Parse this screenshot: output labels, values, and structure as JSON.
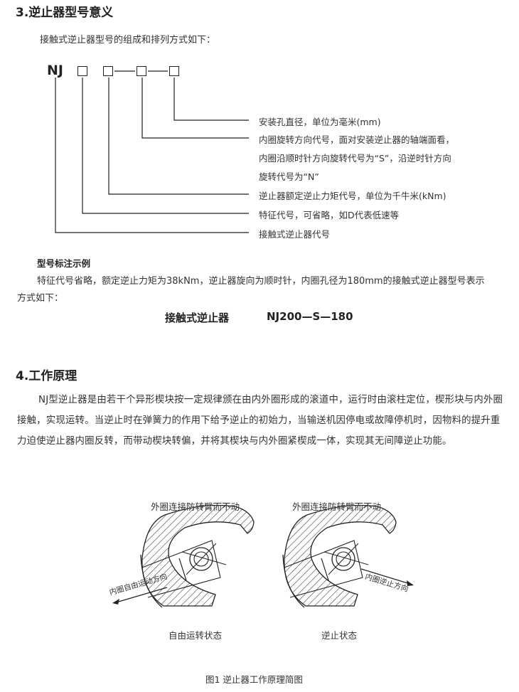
{
  "section3": {
    "title": "3.逆止器型号意义",
    "intro": "接触式逆止器型号的组成和排列方式如下：",
    "model_prefix": "NJ",
    "legend": [
      "安装孔直径，单位为毫米(mm)",
      "内圈旋转方向代号，面对安装逆止器的轴端面看，",
      "内圈沿顺时针方向旋转代号为“S”，沿逆时针方向",
      "旋转代号为“N”",
      "逆止器额定逆止力矩代号，单位为千牛米(kNm)",
      "特征代号，可省略，如D代表低速等",
      "接触式逆止器代号"
    ],
    "example_title": "型号标注示例",
    "example_line1": "特征代号省略，额定逆止力矩为38kNm，逆止器旋向为顺时针，内圈孔径为180mm的接触式逆止器型号表示",
    "example_line2": "方式如下：",
    "example_name": "接触式逆止器",
    "example_model": "NJ200—S—180"
  },
  "section4": {
    "title": "4.工作原理",
    "paragraph": "NJ型逆止器是由若干个异形楔块按一定规律颁在由内外圈形成的滚道中，运行时由滚柱定位，楔形块与内外圈接触，实现运转。当逆止时在弹簧力的作用下给予逆止的初始力，当输送机因停电或故障停机时，因物料的提升重力迫使逆止器内圈反转，而带动楔块转偏，并将其楔块与内外圈紧楔成一体，实现其无间障逆止功能。"
  },
  "figure": {
    "left_top_label": "外圈连接防转臂而不动",
    "left_arrow_label": "内圈自由运动方向",
    "left_bottom_label": "自由运转状态",
    "right_top_label": "外圈连接防转臂而不动",
    "right_arrow_label": "内圈逆止方向",
    "right_bottom_label": "逆止状态",
    "caption": "图1  逆止器工作原理简图"
  }
}
